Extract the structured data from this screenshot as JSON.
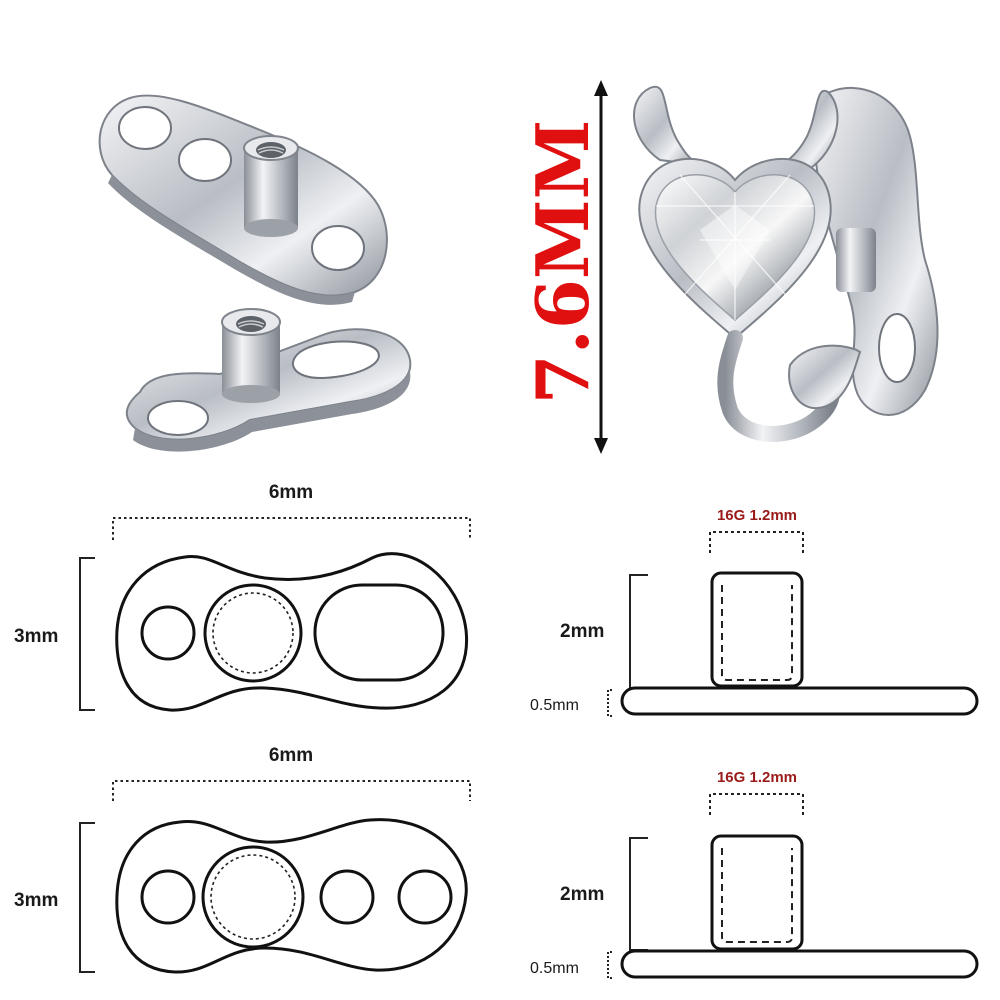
{
  "photo_label": {
    "height": "7.6MM"
  },
  "diagrams": [
    {
      "top_view": {
        "width_label": "6mm",
        "height_label": "3mm"
      },
      "side_view": {
        "gauge_label": "16G 1.2mm",
        "post_height_label": "2mm",
        "base_thickness_label": "0.5mm"
      }
    },
    {
      "top_view": {
        "width_label": "6mm",
        "height_label": "3mm"
      },
      "side_view": {
        "gauge_label": "16G 1.2mm",
        "post_height_label": "2mm",
        "base_thickness_label": "0.5mm"
      }
    }
  ],
  "colors": {
    "accent_red": "#e01010",
    "gauge_text": "#9b1b1b",
    "metal": "#c8ccd2"
  }
}
